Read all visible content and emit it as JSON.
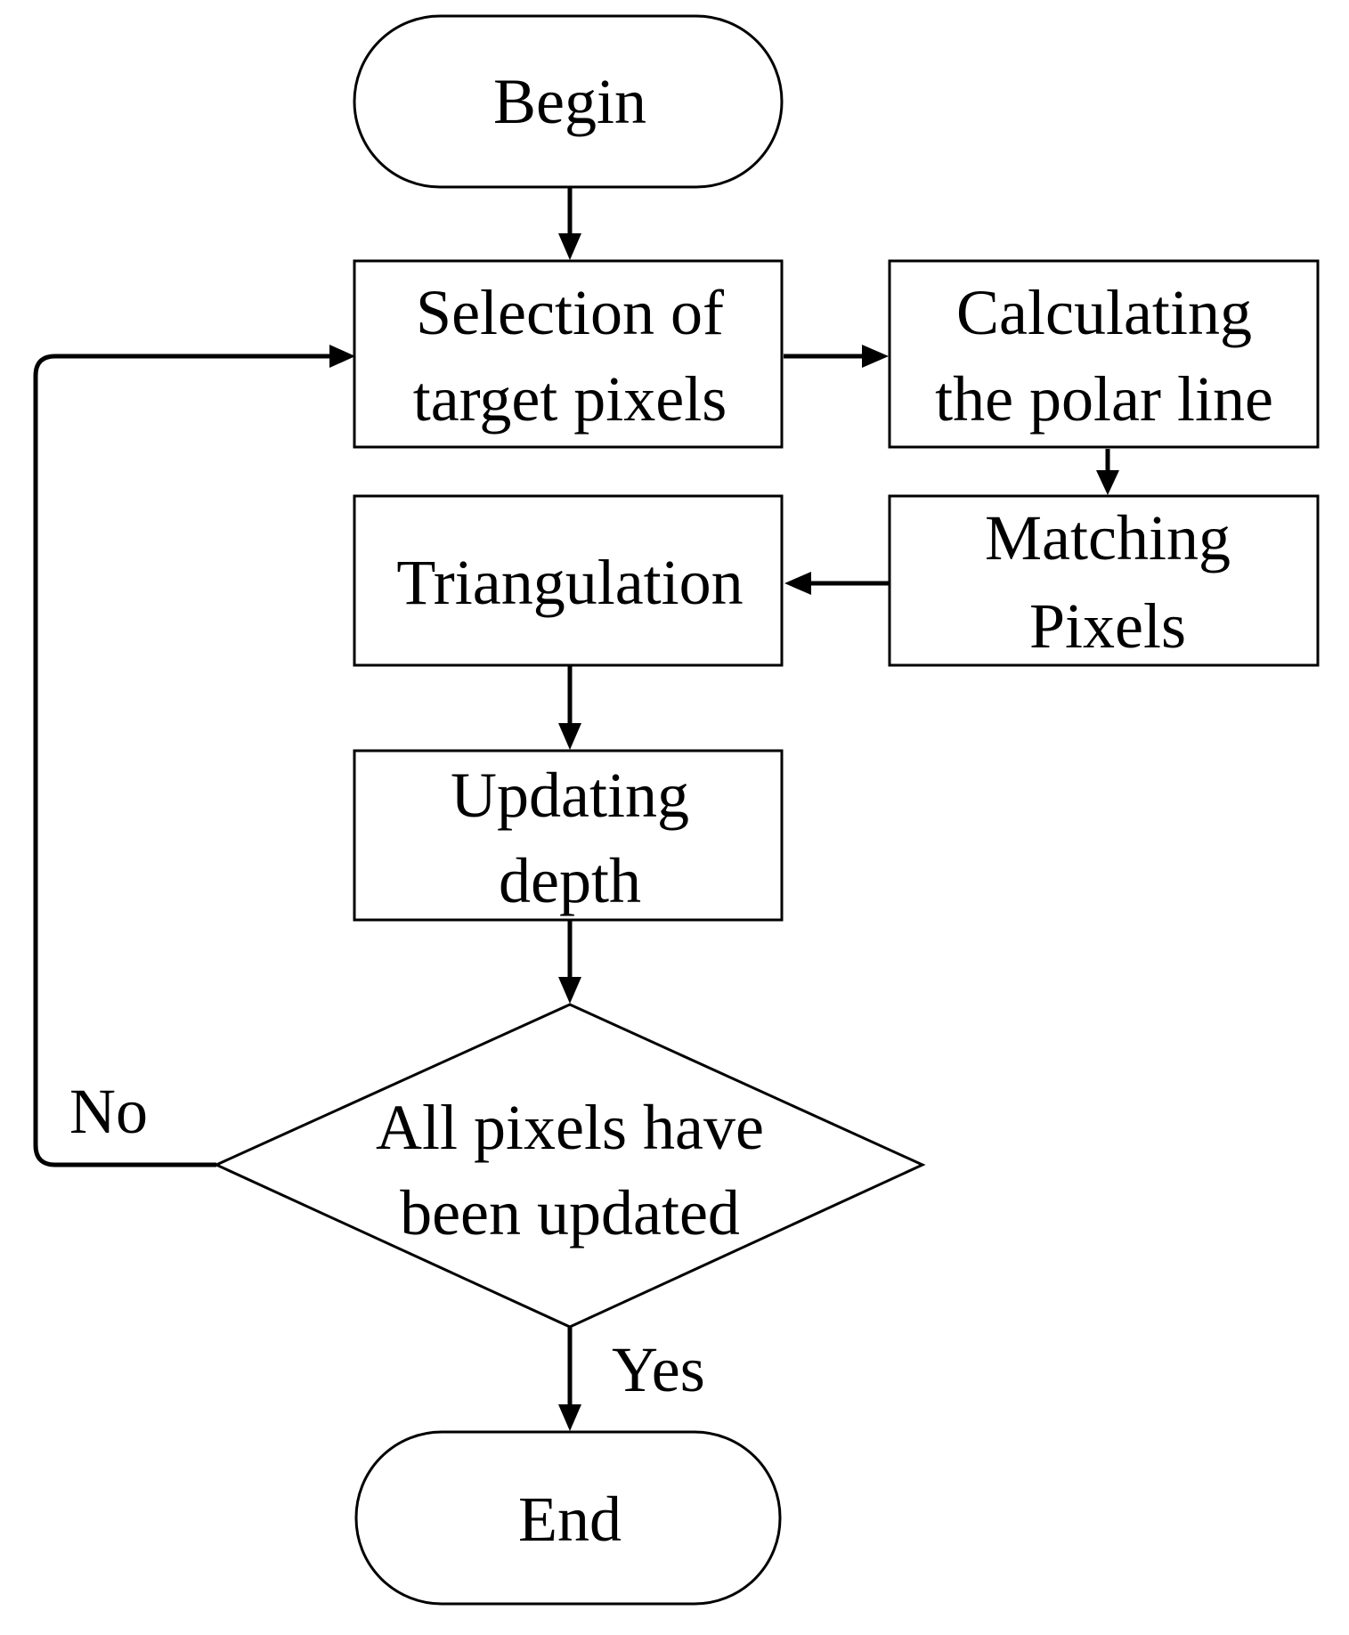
{
  "nodes": {
    "begin": {
      "label": "Begin"
    },
    "selection": {
      "lines": [
        "Selection of",
        "target pixels"
      ]
    },
    "calculating": {
      "lines": [
        "Calculating",
        "the polar line"
      ]
    },
    "matching": {
      "lines": [
        "Matching",
        "Pixels"
      ]
    },
    "triangulation": {
      "label": "Triangulation"
    },
    "updating": {
      "lines": [
        "Updating",
        "depth"
      ]
    },
    "decision": {
      "lines": [
        "All pixels have",
        "been updated"
      ]
    },
    "end": {
      "label": "End"
    }
  },
  "edge_labels": {
    "no": "No",
    "yes": "Yes"
  }
}
